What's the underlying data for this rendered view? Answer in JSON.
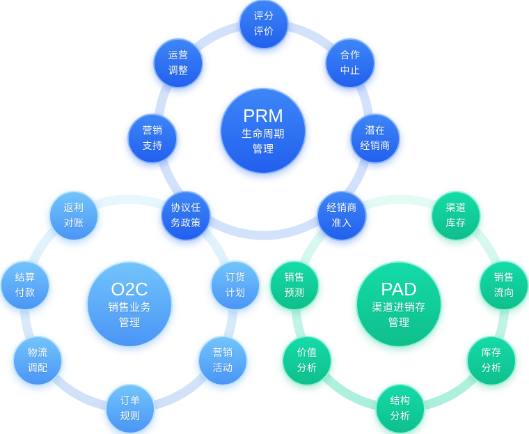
{
  "diagram": {
    "type": "three overlapping rings of capability nodes",
    "rings": [
      {
        "id": "prm",
        "title": "PRM",
        "subtitle_lines": [
          "生命周期",
          "管理"
        ],
        "color": "#2a6af2",
        "ring_color": "#cfe0fb",
        "nodes": [
          {
            "lines": [
              "评分",
              "评价"
            ]
          },
          {
            "lines": [
              "合作",
              "中止"
            ]
          },
          {
            "lines": [
              "潜在",
              "经销商"
            ]
          },
          {
            "lines": [
              "经销商",
              "准入"
            ]
          },
          {
            "lines": [
              "协议任",
              "务政策"
            ]
          },
          {
            "lines": [
              "营销",
              "支持"
            ]
          },
          {
            "lines": [
              "运营",
              "调整"
            ]
          }
        ]
      },
      {
        "id": "o2c",
        "title": "O2C",
        "subtitle_lines": [
          "销售业务",
          "管理"
        ],
        "color": "#5aa8f8",
        "ring_color": "#e3f4fd",
        "nodes": [
          {
            "lines": [
              "返利",
              "对账"
            ]
          },
          {
            "lines": [
              "结算",
              "付款"
            ]
          },
          {
            "lines": [
              "物流",
              "调配"
            ]
          },
          {
            "lines": [
              "订单",
              "规则"
            ]
          },
          {
            "lines": [
              "营销",
              "活动"
            ]
          },
          {
            "lines": [
              "订货",
              "计划"
            ]
          }
        ]
      },
      {
        "id": "pad",
        "title": "PAD",
        "subtitle_lines": [
          "渠道进销存",
          "管理"
        ],
        "color": "#12cc98",
        "ring_color": "#d7f7ef",
        "nodes": [
          {
            "lines": [
              "渠道",
              "库存"
            ]
          },
          {
            "lines": [
              "销售",
              "流向"
            ]
          },
          {
            "lines": [
              "库存",
              "分析"
            ]
          },
          {
            "lines": [
              "结构",
              "分析"
            ]
          },
          {
            "lines": [
              "价值",
              "分析"
            ]
          },
          {
            "lines": [
              "销售",
              "预测"
            ]
          }
        ]
      }
    ]
  }
}
